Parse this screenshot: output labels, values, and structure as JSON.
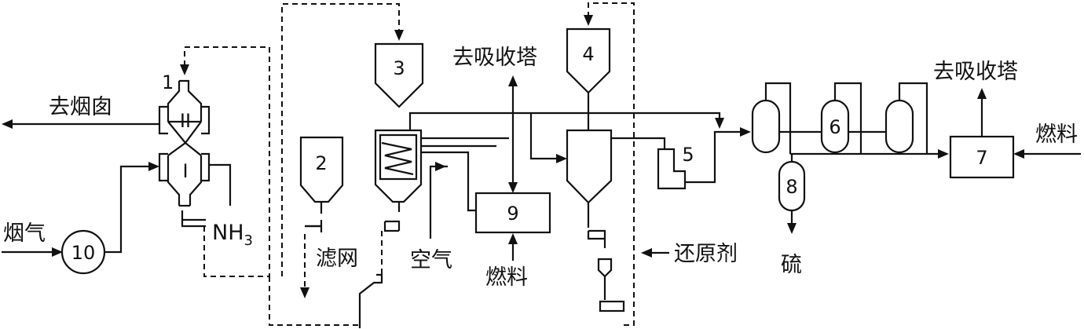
{
  "labels": {
    "chimney": "去烟囱",
    "flue_gas": "烟气",
    "nh3": "NH",
    "nh3_sub": "3",
    "filter": "滤网",
    "air": "空气",
    "fuel_9": "燃料",
    "to_absorber_top": "去吸收塔",
    "reducing_agent": "还原剂",
    "to_absorber_right": "去吸收塔",
    "fuel_7": "燃料",
    "sulfur": "硫",
    "reactor_top": "II",
    "reactor_bottom": "I"
  },
  "units": {
    "u1": "1",
    "u2": "2",
    "u3": "3",
    "u4": "4",
    "u5": "5",
    "u6": "6",
    "u7": "7",
    "u8": "8",
    "u9": "9",
    "u10": "10"
  }
}
